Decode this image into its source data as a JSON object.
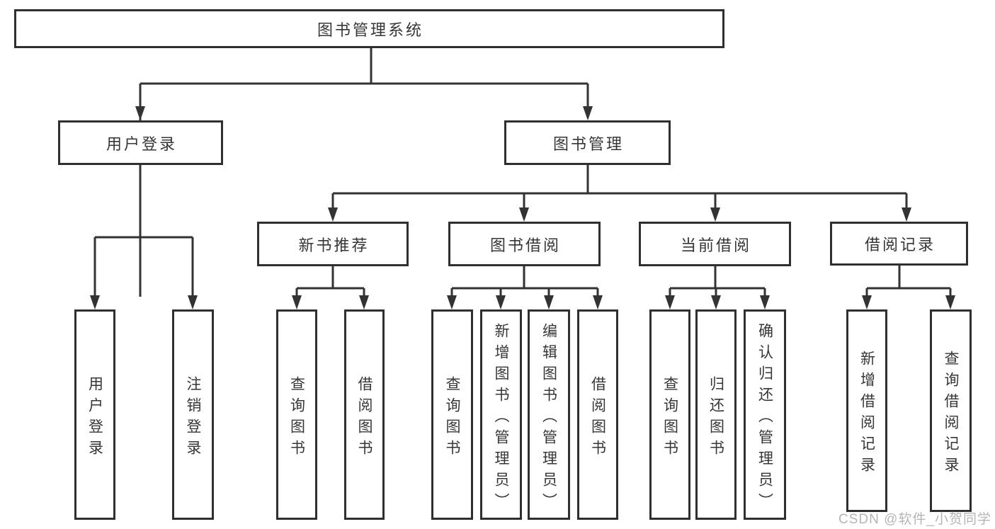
{
  "diagram_title": "图书管理系统",
  "tree": {
    "root": {
      "label": "图书管理系统"
    },
    "branches": [
      {
        "label": "用户登录",
        "children": [
          "用户登录",
          "注销登录"
        ]
      },
      {
        "label": "图书管理",
        "sections": [
          {
            "label": "新书推荐",
            "children": [
              "查询图书",
              "借阅图书"
            ]
          },
          {
            "label": "图书借阅",
            "children": [
              "查询图书",
              "新增图书（管理员）",
              "编辑图书（管理员）",
              "借阅图书"
            ]
          },
          {
            "label": "当前借阅",
            "children": [
              "查询图书",
              "归还图书",
              "确认归还（管理员）"
            ]
          },
          {
            "label": "借阅记录",
            "children": [
              "新增借阅记录",
              "查询借阅记录"
            ]
          }
        ]
      }
    ]
  },
  "watermark": {
    "text": "CSDN @软件_小贺同学",
    "color": "#b5b5b5"
  },
  "colors": {
    "line": "#333333",
    "box_border": "#2f2f2f",
    "text": "#363636",
    "background": "#ffffff"
  }
}
